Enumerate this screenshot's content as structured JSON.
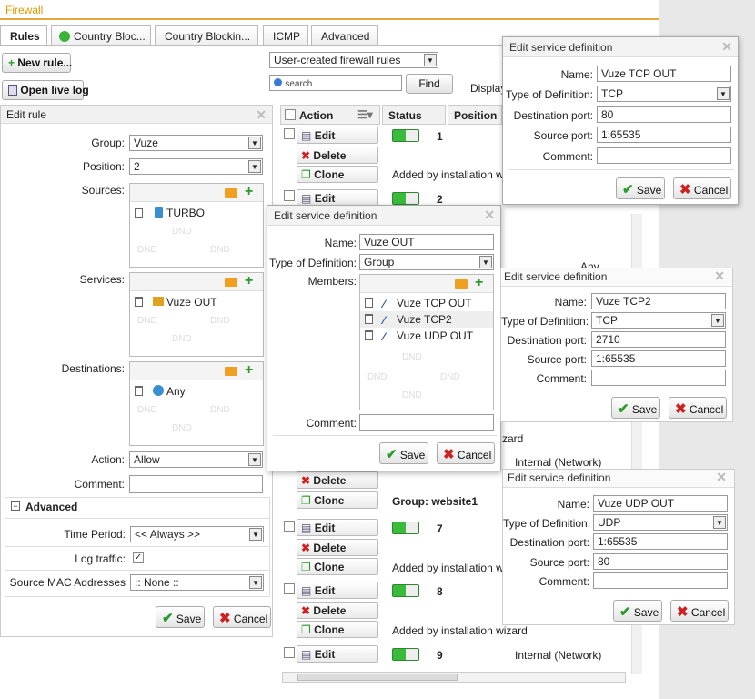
{
  "app": {
    "title": "Firewall"
  },
  "tabs": [
    {
      "label": "Rules"
    },
    {
      "label": "Country Bloc..."
    },
    {
      "label": "Country Blockin..."
    },
    {
      "label": "ICMP"
    },
    {
      "label": "Advanced"
    }
  ],
  "toolbar": {
    "new_rule": "New rule...",
    "open_log": "Open live log",
    "filter_select": "User-created firewall rules",
    "search_placeholder": "search",
    "find": "Find",
    "display": "Display"
  },
  "edit_rule": {
    "title": "Edit rule",
    "group_label": "Group:",
    "group_value": "Vuze",
    "position_label": "Position:",
    "position_value": "2",
    "sources_label": "Sources:",
    "sources": [
      "TURBO"
    ],
    "services_label": "Services:",
    "services": [
      "Vuze OUT"
    ],
    "destinations_label": "Destinations:",
    "destinations": [
      "Any"
    ],
    "dnd": "DND",
    "action_label": "Action:",
    "action_value": "Allow",
    "comment_label": "Comment:",
    "advanced_label": "Advanced",
    "time_period_label": "Time Period:",
    "time_period_value": "<< Always >>",
    "log_traffic_label": "Log traffic:",
    "mac_label": "Source MAC Addresses",
    "mac_value": ":: None ::",
    "save": "Save",
    "cancel": "Cancel"
  },
  "grid": {
    "headers": {
      "action": "Action",
      "status": "Status",
      "position": "Position"
    },
    "edit": "Edit",
    "delete": "Delete",
    "clone": "Clone",
    "rows": [
      {
        "pos": "1",
        "note": "Added by installation wiza"
      },
      {
        "pos": "2",
        "note": ""
      },
      {
        "pos": "",
        "note": "Group: website1"
      },
      {
        "pos": "7",
        "note": "Added by installation wiz"
      },
      {
        "pos": "8",
        "note": "Added by installation wizard"
      },
      {
        "pos": "9",
        "note": ""
      }
    ],
    "peek_any": "Any",
    "peek_internal": "Internal (Network)",
    "peek_internal2": "Internal (Network)",
    "peek_wizard": "zard"
  },
  "dlg_group": {
    "title": "Edit service definition",
    "name_label": "Name:",
    "name_value": "Vuze OUT",
    "type_label": "Type of Definition:",
    "type_value": "Group",
    "members_label": "Members:",
    "members": [
      "Vuze TCP OUT",
      "Vuze TCP2",
      "Vuze UDP OUT"
    ],
    "comment_label": "Comment:",
    "save": "Save",
    "cancel": "Cancel"
  },
  "dlg_tcp_out": {
    "title": "Edit service definition",
    "name_label": "Name:",
    "name_value": "Vuze TCP OUT",
    "type_label": "Type of Definition:",
    "type_value": "TCP",
    "dport_label": "Destination port:",
    "dport_value": "80",
    "sport_label": "Source port:",
    "sport_value": "1:65535",
    "comment_label": "Comment:",
    "save": "Save",
    "cancel": "Cancel"
  },
  "dlg_tcp2": {
    "title": "Edit service definition",
    "name_label": "Name:",
    "name_value": "Vuze TCP2",
    "type_label": "Type of Definition:",
    "type_value": "TCP",
    "dport_label": "Destination port:",
    "dport_value": "2710",
    "sport_label": "Source port:",
    "sport_value": "1:65535",
    "comment_label": "Comment:",
    "save": "Save",
    "cancel": "Cancel"
  },
  "dlg_udp": {
    "title": "Edit service definition",
    "name_label": "Name:",
    "name_value": "Vuze UDP OUT",
    "type_label": "Type of Definition:",
    "type_value": "UDP",
    "dport_label": "Destination port:",
    "dport_value": "1:65535",
    "sport_label": "Source port:",
    "sport_value": "80",
    "comment_label": "Comment:",
    "save": "Save",
    "cancel": "Cancel"
  },
  "colors": {
    "accent": "#e69a00",
    "ok": "#2a9a2a",
    "cancel": "#cc2222"
  }
}
